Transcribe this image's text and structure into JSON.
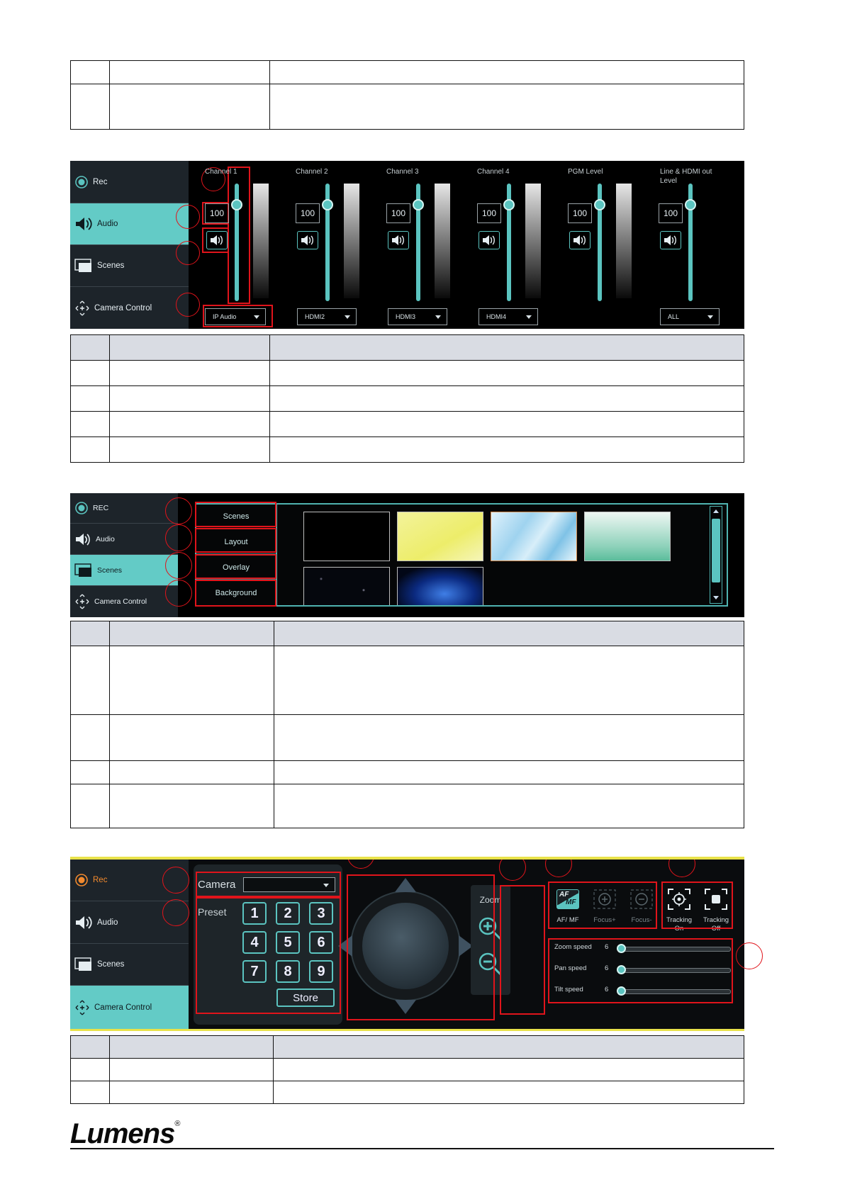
{
  "audio_panel": {
    "sidebar": [
      "Rec",
      "Audio",
      "Scenes",
      "Camera Control"
    ],
    "channels": [
      {
        "label": "Channel 1",
        "value": "100",
        "source": "IP Audio",
        "level": 0.82
      },
      {
        "label": "Channel 2",
        "value": "100",
        "source": "HDMI2",
        "level": 0.82
      },
      {
        "label": "Channel 3",
        "value": "100",
        "source": "HDMI3",
        "level": 0.82
      },
      {
        "label": "Channel 4",
        "value": "100",
        "source": "HDMI4",
        "level": 0.82
      },
      {
        "label": "PGM Level",
        "value": "100",
        "source": "",
        "level": 0.82
      },
      {
        "label": "Line & HDMI out Level",
        "value": "100",
        "source": "ALL",
        "level": 0.82
      }
    ]
  },
  "scenes_panel": {
    "sidebar": [
      "REC",
      "Audio",
      "Scenes",
      "Camera Control"
    ],
    "tabs": [
      "Scenes",
      "Layout",
      "Overlay",
      "Background"
    ]
  },
  "camera_panel": {
    "sidebar": [
      "Rec",
      "Audio",
      "Scenes",
      "Camera Control"
    ],
    "camera_label": "Camera",
    "preset_label": "Preset",
    "keys": [
      "1",
      "2",
      "3",
      "4",
      "5",
      "6",
      "7",
      "8",
      "9"
    ],
    "store": "Store",
    "zoom_label": "Zoom",
    "focus_buttons": [
      "AF/ MF",
      "Focus+",
      "Focus-"
    ],
    "af_icon_top": "AF",
    "af_icon_bottom": "MF",
    "tracking_on": [
      "Tracking",
      "On"
    ],
    "tracking_off": [
      "Tracking",
      "Off"
    ],
    "speeds": [
      {
        "label": "Zoom speed",
        "value": "6"
      },
      {
        "label": "Pan speed",
        "value": "6"
      },
      {
        "label": "Tilt speed",
        "value": "6"
      }
    ]
  },
  "logo": "Lumens",
  "colors": {
    "accent": "#5bc4c0",
    "annotation": "#e0141b",
    "rec_active": "#f28a2e"
  }
}
